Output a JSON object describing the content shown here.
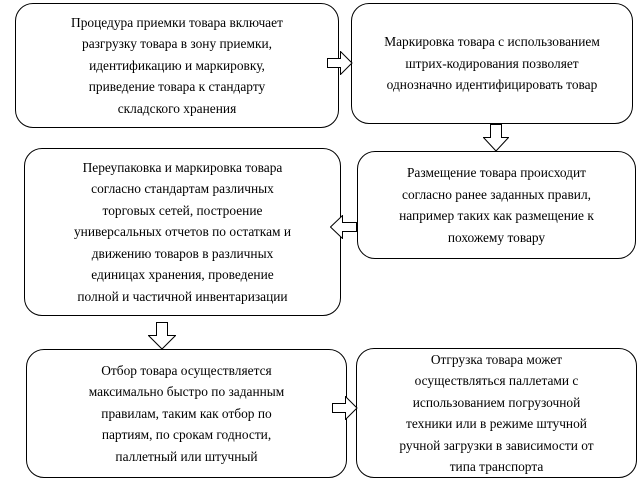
{
  "boxes": {
    "receiving": "Процедура приемки товара включает\nразгрузку товара в зону приемки,\nидентификацию и маркировку,\nприведение товара к стандарту\nскладского хранения",
    "marking": "Маркировка товара с использованием\nштрих-кодирования позволяет\nоднозначно идентифицировать товар",
    "repacking": "Переупаковка и маркировка товара\nсогласно стандартам различных\nторговых сетей, построение\nуниверсальных отчетов по остаткам и\nдвижению товаров в различных\nединицах хранения, проведение\nполной и частичной инвентаризации",
    "placement": "Размещение товара происходит\nсогласно ранее заданных правил,\nнапример таких как размещение к\nпохожему товару",
    "picking": "Отбор товара осуществляется\nмаксимально быстро по заданным\nправилам, таким как отбор по\nпартиям, по срокам годности,\nпаллетный или штучный",
    "shipping": "Отгрузка товара может\nосуществляться паллетами с\nиспользованием погрузочной\nтехники или в режиме штучной\nручной загрузки в зависимости от\nтипа транспорта"
  }
}
